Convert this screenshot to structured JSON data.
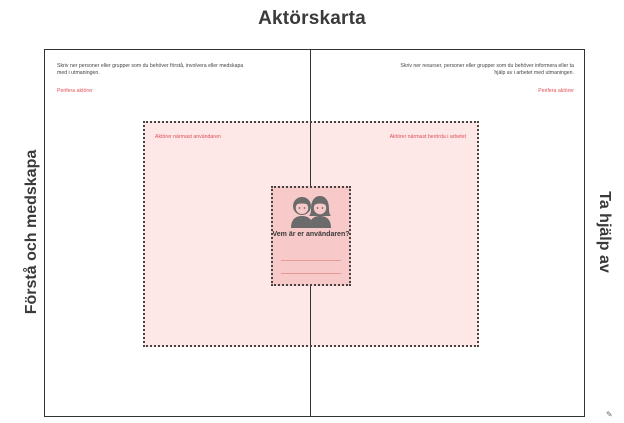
{
  "title": "Aktörskarta",
  "side_left": "Förstå och medskapa",
  "side_right": "Ta hjälp av",
  "instructions_left": "Skriv ner personer eller grupper som du behöver förstå, involvera eller medskapa med i utmaningen.",
  "instructions_right": "Skriv ner resurser, personer eller grupper som du behöver informera eller ta hjälp av i arbetet med utmaningen.",
  "peripheral_left": "Perifera aktörer",
  "peripheral_right": "Perifera aktörer",
  "zone_left": "Aktörer närmast användaren",
  "zone_right": "Aktörer närmast berörda i arbetet",
  "center_question": "Vem är er användaren?",
  "colors": {
    "accent_red": "#e0505a",
    "zone_fill": "#fde7e7",
    "center_fill": "#f8c9c9",
    "icon": "#6b6b6b"
  },
  "icons": [
    "users-icon"
  ]
}
